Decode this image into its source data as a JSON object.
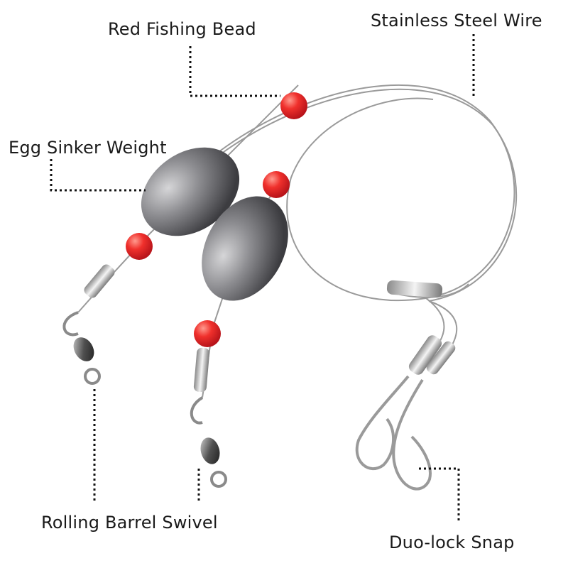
{
  "labels": {
    "red_fishing_bead": "Red Fishing Bead",
    "stainless_steel_wire": "Stainless Steel Wire",
    "egg_sinker_weight": "Egg Sinker Weight",
    "rolling_barrel_swivel": "Rolling Barrel Swivel",
    "duo_lock_snap": "Duo-lock Snap"
  },
  "colors": {
    "bead": "#e8262b",
    "sinker": "#8a8a8c",
    "wire": "#9a9a9a",
    "leader_line": "#111111"
  }
}
